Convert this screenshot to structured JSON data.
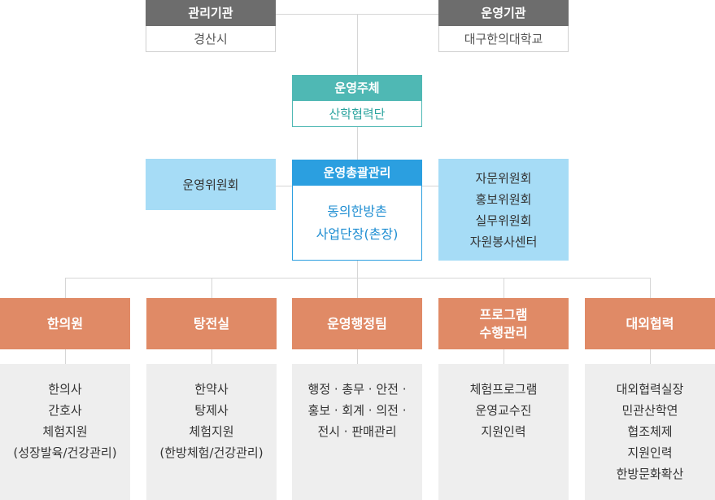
{
  "top": {
    "left": {
      "title": "관리기관",
      "sub": "경산시"
    },
    "right": {
      "title": "운영기관",
      "sub": "대구한의대학교"
    }
  },
  "operator": {
    "title": "운영주체",
    "sub": "산학협력단"
  },
  "general": {
    "title": "운영총괄관리",
    "sub_lines": [
      "동의한방촌",
      "사업단장(촌장)"
    ]
  },
  "committee": "운영위원회",
  "committees_right": [
    "자문위원회",
    "홍보위원회",
    "실무위원회",
    "자원봉사센터"
  ],
  "departments": [
    {
      "name_lines": [
        "한의원"
      ],
      "tasks": [
        "한의사",
        "간호사",
        "체험지원",
        "(성장발육/건강관리)"
      ]
    },
    {
      "name_lines": [
        "탕전실"
      ],
      "tasks": [
        "한약사",
        "탕제사",
        "체험지원",
        "(한방체험/건강관리)"
      ]
    },
    {
      "name_lines": [
        "운영행정팀"
      ],
      "tasks": [
        "행정 · 총무 · 안전 ·",
        "홍보 · 회계 · 의전 ·",
        "전시 · 판매관리"
      ]
    },
    {
      "name_lines": [
        "프로그램",
        "수행관리"
      ],
      "tasks": [
        "체험프로그램",
        "운영교수진",
        "지원인력"
      ]
    },
    {
      "name_lines": [
        "대외협력"
      ],
      "tasks": [
        "대외협력실장",
        "민관산학연",
        "협조체제",
        "지원인력",
        "한방문화확산"
      ]
    }
  ],
  "colors": {
    "gray_header": "#6d6d6d",
    "teal": "#4fb8b4",
    "blue": "#2b9fe0",
    "light_blue": "#a6dcf6",
    "orange": "#e08a66",
    "panel_gray": "#eeeeee",
    "connector": "#d6d6d6"
  }
}
